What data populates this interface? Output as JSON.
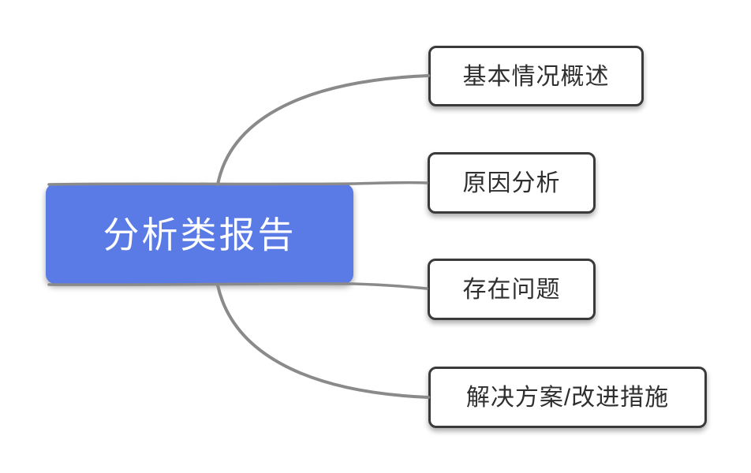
{
  "diagram": {
    "type": "mindmap",
    "root": {
      "label": "分析类报告"
    },
    "children": [
      {
        "label": "基本情况概述"
      },
      {
        "label": "原因分析"
      },
      {
        "label": "存在问题"
      },
      {
        "label": "解决方案/改进措施"
      }
    ]
  },
  "colors": {
    "root_fill": "#5a7ae6",
    "root_text": "#ffffff",
    "child_fill": "#ffffff",
    "child_border": "#3a3a3a",
    "child_text": "#2f2f2f",
    "connector": "#8a8a8a",
    "background": "#ffffff"
  }
}
